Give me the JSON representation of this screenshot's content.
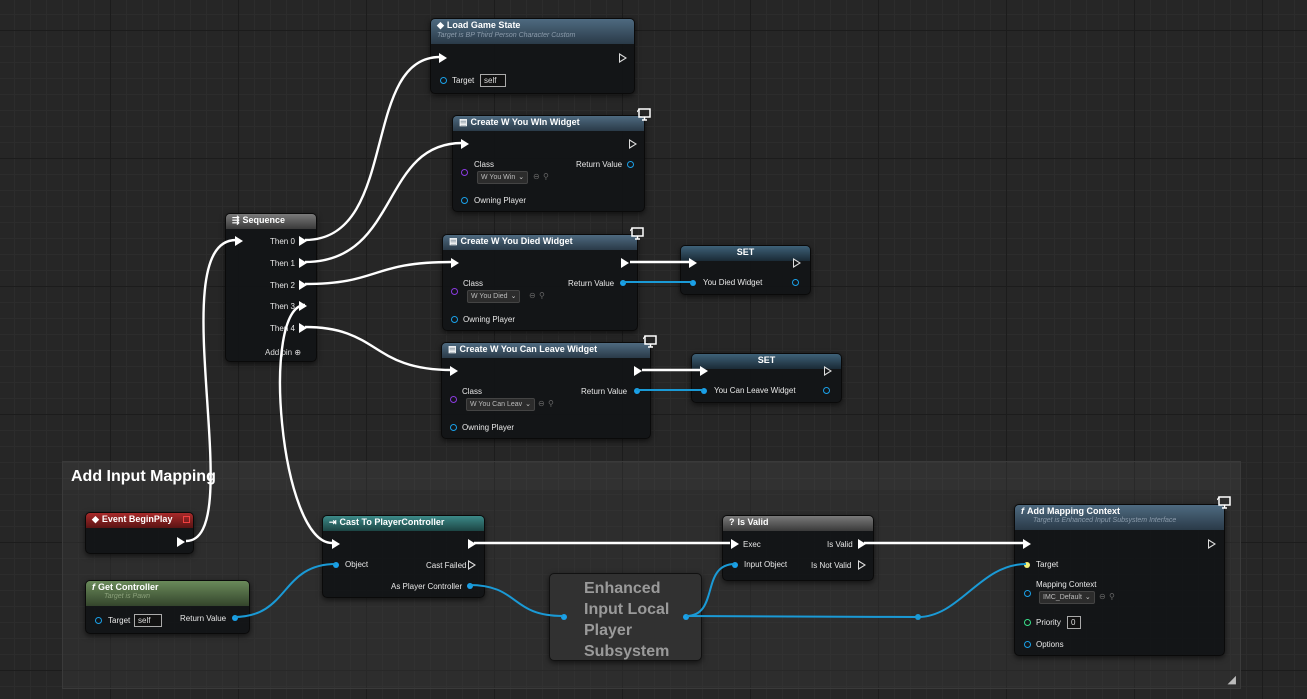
{
  "comment": {
    "title": "Add Input Mapping"
  },
  "nodes": {
    "load_game_state": {
      "title": "Load Game State",
      "subtitle": "Target is BP Third Person Character Custom",
      "target_label": "Target",
      "target_value": "self"
    },
    "create_win": {
      "title": "Create W You WIn Widget",
      "class_label": "Class",
      "class_value": "W You Win",
      "return_label": "Return Value",
      "owner_label": "Owning Player"
    },
    "create_died": {
      "title": "Create W You Died Widget",
      "class_label": "Class",
      "class_value": "W You Died",
      "return_label": "Return Value",
      "owner_label": "Owning Player"
    },
    "create_leave": {
      "title": "Create W You Can Leave Widget",
      "class_label": "Class",
      "class_value": "W You Can Leav",
      "return_label": "Return Value",
      "owner_label": "Owning Player"
    },
    "set_died": {
      "title": "SET",
      "var_label": "You Died Widget"
    },
    "set_leave": {
      "title": "SET",
      "var_label": "You Can Leave Widget"
    },
    "sequence": {
      "title": "Sequence",
      "outputs": [
        "Then 0",
        "Then 1",
        "Then 2",
        "Then 3",
        "Then 4"
      ],
      "add_pin": "Add pin"
    },
    "begin_play": {
      "title": "Event BeginPlay"
    },
    "get_controller": {
      "title": "Get Controller",
      "subtitle": "Target is Pawn",
      "target_label": "Target",
      "target_value": "self",
      "return_label": "Return Value"
    },
    "cast": {
      "title": "Cast To PlayerController",
      "object_label": "Object",
      "fail_label": "Cast Failed",
      "as_label": "As Player Controller"
    },
    "is_valid": {
      "title": "Is Valid",
      "exec_label": "Exec",
      "input_label": "Input Object",
      "valid_label": "Is Valid",
      "not_valid_label": "Is Not Valid"
    },
    "subsystem": {
      "line1": "Enhanced",
      "line2": "Input Local",
      "line3": "Player",
      "line4": "Subsystem"
    },
    "add_mapping": {
      "title": "Add Mapping Context",
      "subtitle": "Target is Enhanced Input Subsystem Interface",
      "target_label": "Target",
      "mapping_label": "Mapping Context",
      "mapping_value": "IMC_Default",
      "priority_label": "Priority",
      "priority_value": "0",
      "options_label": "Options"
    }
  },
  "colors": {
    "exec_wire": "#ffffff",
    "object_wire": "#1a9ad6",
    "background": "#262626"
  }
}
